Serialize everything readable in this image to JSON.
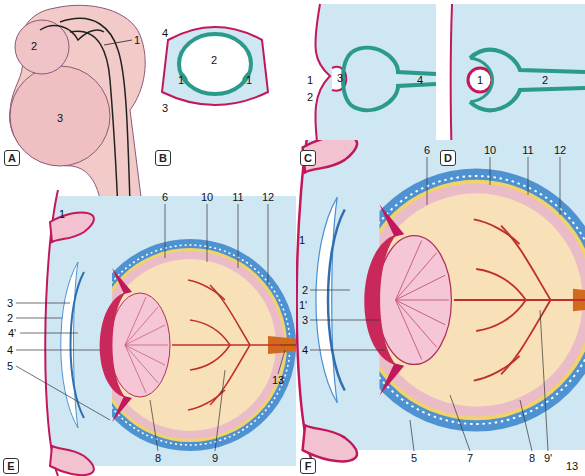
{
  "diagram": {
    "nodes": [
      {
        "text": [
          "A"
        ]
      },
      {
        "text": [
          "B"
        ]
      },
      {
        "text": [
          "C"
        ]
      },
      {
        "text": [
          "D"
        ]
      },
      {
        "text": [
          "E"
        ]
      },
      {
        "text": [
          "F"
        ]
      }
    ],
    "labels": [
      "1",
      "2",
      "3",
      "4",
      "2",
      "1",
      "1",
      "3",
      "3",
      "1",
      "2",
      "4",
      "1",
      "2",
      "6",
      "10",
      "11",
      "12",
      "1",
      "3",
      "2",
      "4'",
      "4",
      "5",
      "8",
      "9",
      "13",
      "6",
      "10",
      "11",
      "12",
      "1",
      "2",
      "1'",
      "3",
      "4",
      "5",
      "7",
      "8",
      "9'",
      "13"
    ]
  }
}
